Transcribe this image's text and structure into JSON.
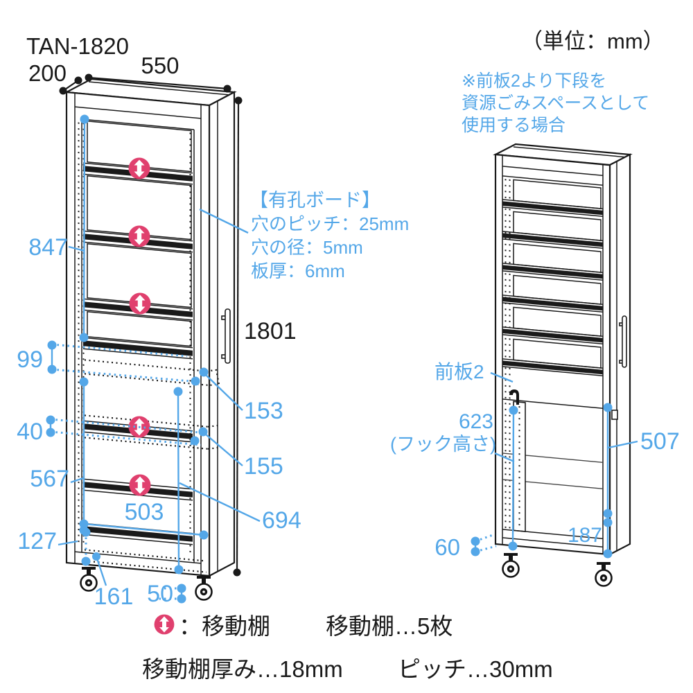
{
  "title": "TAN-1820",
  "unit_label": "（単位：mm）",
  "blue_note": {
    "line1": "※前板2より下段を",
    "line2": "資源ごみスペースとして",
    "line3": "使用する場合"
  },
  "pegboard_note": {
    "heading": "【有孔ボード】",
    "pitch": "穴のピッチ：25mm",
    "hole_diameter": "穴の径：5mm",
    "board_thickness": "板厚：6mm"
  },
  "left_cabinet": {
    "width": "550",
    "depth": "200",
    "height": "1801",
    "pegboard_height": "847",
    "gap_99": "99",
    "gap_40": "40",
    "dim_567": "567",
    "dim_127": "127",
    "dim_161": "161",
    "dim_50": "50",
    "inner_width": "503",
    "dim_153": "153",
    "dim_155": "155",
    "dim_694": "694"
  },
  "right_cabinet": {
    "front_panel_label": "前板2",
    "hook_height": "623",
    "hook_height_note": "(フック高さ)",
    "dim_507": "507",
    "dim_187": "187",
    "dim_60": "60"
  },
  "legend": {
    "icon_meaning": "：移動棚",
    "shelf_count": "移動棚…5枚",
    "shelf_thickness": "移動棚厚み…18mm",
    "shelf_pitch": "ピッチ…30mm"
  },
  "colors": {
    "dimension_blue": "#54a7e8",
    "movable_shelf_pink": "#e0406e",
    "line_black": "#1a1a1a"
  }
}
